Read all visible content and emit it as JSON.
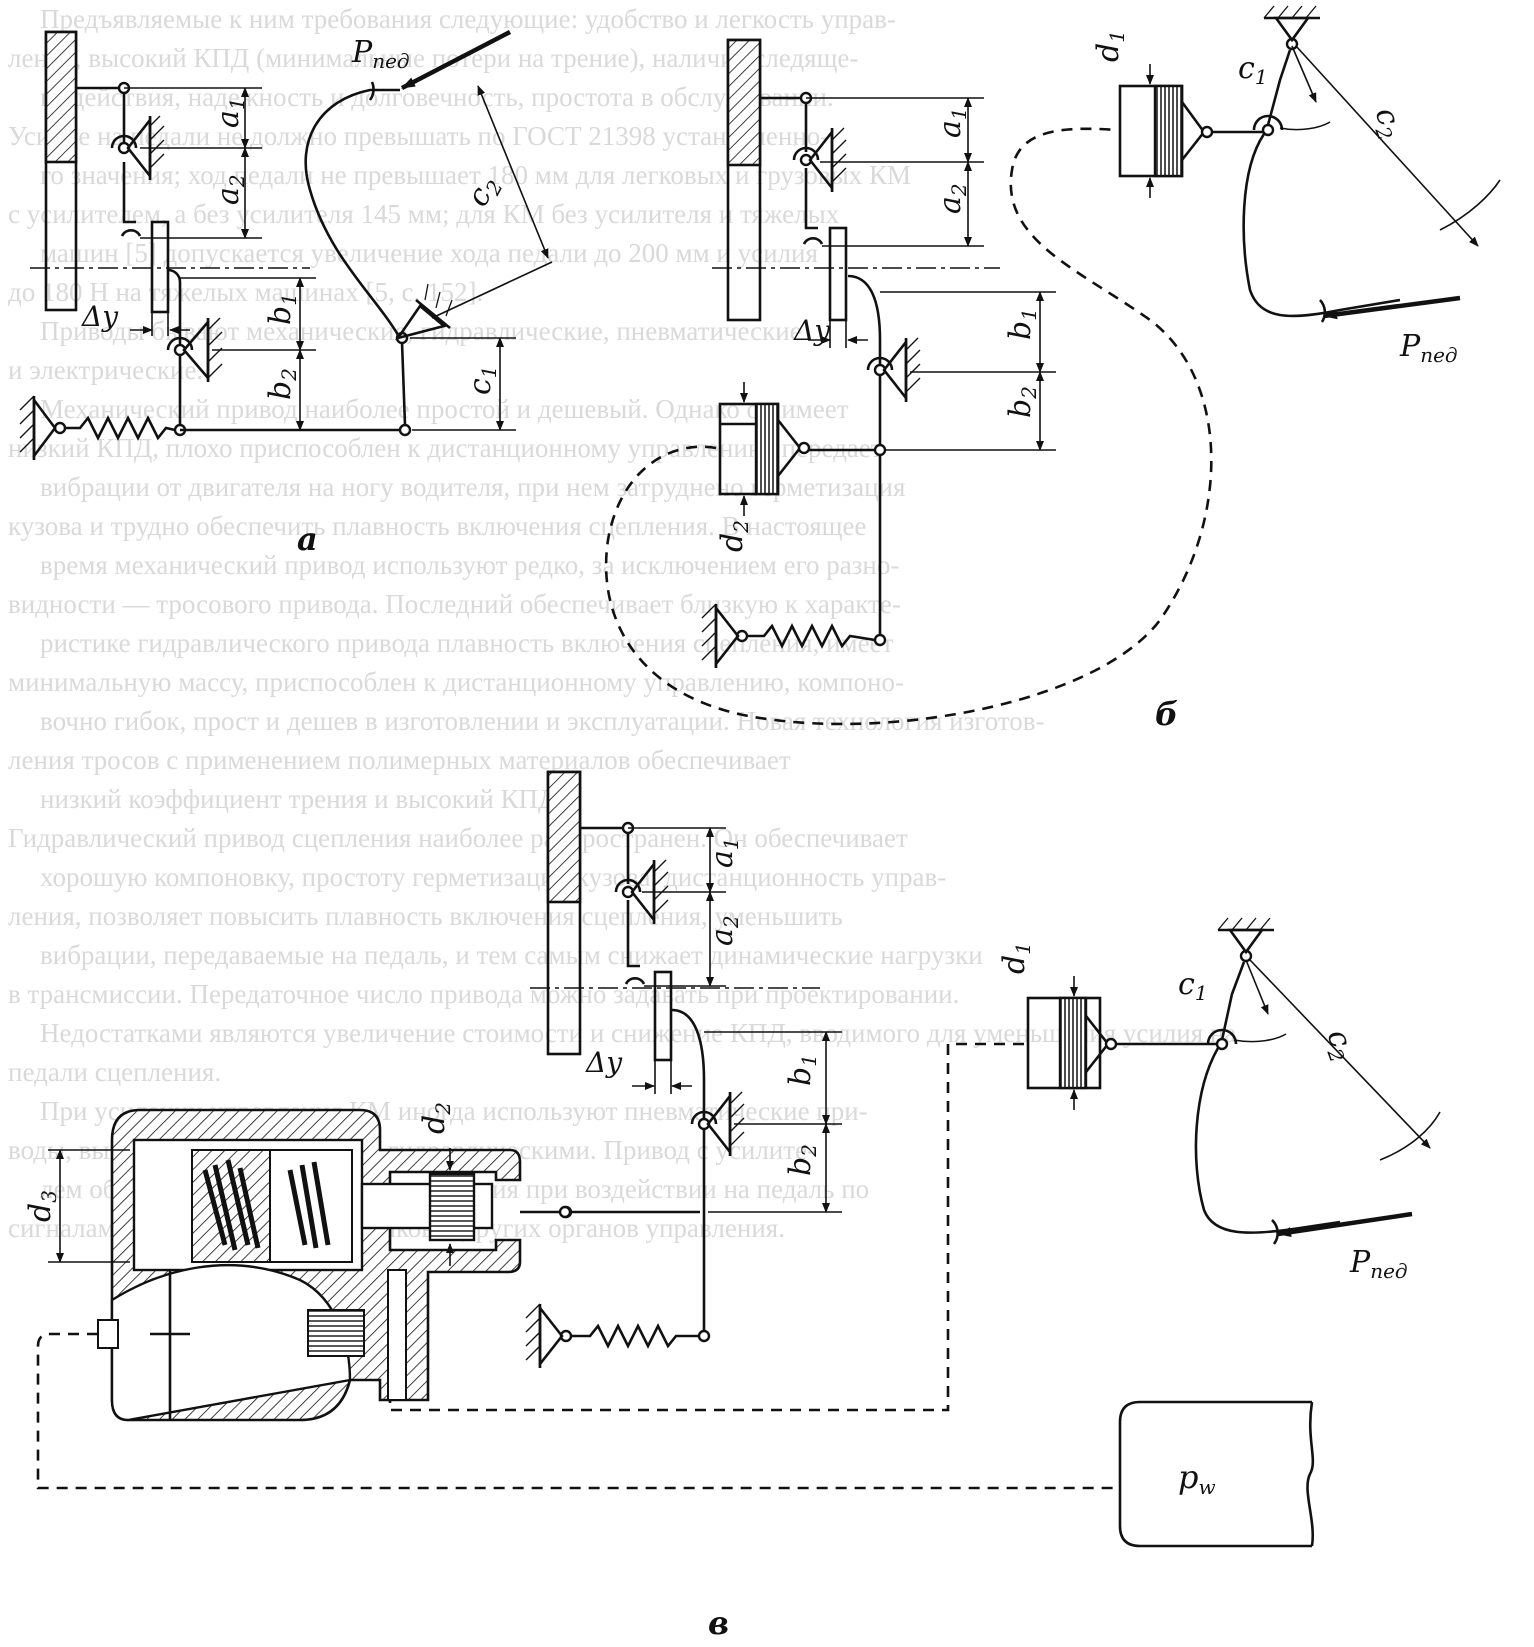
{
  "background_text": [
    "Предъявляемые к ним требования следующие: удобство и легкость управ-",
    "ления, высокий КПД (минимальные потери на трение), наличие следяще-",
    "го действия, надежность и долговечность, простота в обслуживании.",
    "Усилие на педали не должно превышать по ГОСТ 21398 установленно-",
    "го значения; ход педали не превышает 180 мм для легковых и грузовых КМ",
    "с усилителем, а без усилителя 145 мм; для КМ без усилителя и тяжелых",
    "машин [5] допускается увеличение хода педали до 200 мм и усилия",
    "до 180 Н на тяжелых машинах [5, с. 152].",
    "Приводы бывают механические, гидравлические, пневматические",
    "и электрические.",
    "Механический привод наиболее простой и дешевый. Однако он имеет",
    "низкий КПД, плохо приспособлен к дистанционному управлению, передает",
    "вибрации от двигателя на ногу водителя, при нем затруднено герметизация",
    "кузова и трудно обеспечить плавность включения сцепления. В настоящее",
    "время механический привод используют редко, за исключением его разно-",
    "видности — тросового привода. Последний обеспечивает близкую к характе-",
    "ристике гидравлического привода плавность включения сцепления, имеет",
    "минимальную массу, приспособлен к дистанционному управлению, компоно-",
    "вочно гибок, прост и дешев в изготовлении и эксплуатации. Новая технология изготов-",
    "ления тросов с применением полимерных материалов обеспечивает",
    "низкий коэффициент трения и высокий КПД.",
    "Гидравлический привод сцепления наиболее распространен. Он обеспечивает",
    "хорошую компоновку, простоту герметизации кузова, дистанционность управ-",
    "ления, позволяет повысить плавность включения сцепления, уменьшить",
    "вибрации, передаваемые на педаль, и тем самым снижает динамические нагрузки",
    "в трансмиссии. Передаточное число привода можно задавать при проектировании.",
    "Недостатками являются увеличение стоимости и снижение КПД, вводимого для уменьшения усилия на",
    "педали сцепления.",
    "При усилении управления КМ иногда используют пневматические при-",
    "воды, выполненные совместно с гидравлическими. Привод с усилите-",
    "лем обеспечивает выключение сцепления при воздействии на педаль по",
    "сигналам, поступающим от датчиков и других органов управления."
  ],
  "diagram_a": {
    "caption": "а",
    "label_a1": "a",
    "label_a1_sub": "1",
    "label_a2": "a",
    "label_a2_sub": "2",
    "label_b1": "b",
    "label_b1_sub": "1",
    "label_b2": "b",
    "label_b2_sub": "2",
    "label_c1": "c",
    "label_c1_sub": "1",
    "label_c2": "c",
    "label_c2_sub": "2",
    "label_dy": "Δy",
    "label_force": "P",
    "label_force_sub": "пед"
  },
  "diagram_b": {
    "caption": "б",
    "label_a1": "a",
    "label_a1_sub": "1",
    "label_a2": "a",
    "label_a2_sub": "2",
    "label_b1": "b",
    "label_b1_sub": "1",
    "label_b2": "b",
    "label_b2_sub": "2",
    "label_c1": "c",
    "label_c1_sub": "1",
    "label_c2": "c",
    "label_c2_sub": "2",
    "label_d1": "d",
    "label_d1_sub": "1",
    "label_d2": "d",
    "label_d2_sub": "2",
    "label_dy": "Δy",
    "label_force": "P",
    "label_force_sub": "пед"
  },
  "diagram_v": {
    "caption": "в",
    "label_a1": "a",
    "label_a1_sub": "1",
    "label_a2": "a",
    "label_a2_sub": "2",
    "label_b1": "b",
    "label_b1_sub": "1",
    "label_b2": "b",
    "label_b2_sub": "2",
    "label_c1": "c",
    "label_c1_sub": "1",
    "label_c2": "c",
    "label_c2_sub": "2",
    "label_d1": "d",
    "label_d1_sub": "1",
    "label_d2": "d",
    "label_d2_sub": "2",
    "label_d3": "d",
    "label_d3_sub": "3",
    "label_dy": "Δy",
    "label_force": "P",
    "label_force_sub": "пед",
    "label_pw": "p",
    "label_pw_sub": "w"
  },
  "colors": {
    "ink": "#111111",
    "bleed_text": "#d9d9d9",
    "paper": "#ffffff"
  }
}
